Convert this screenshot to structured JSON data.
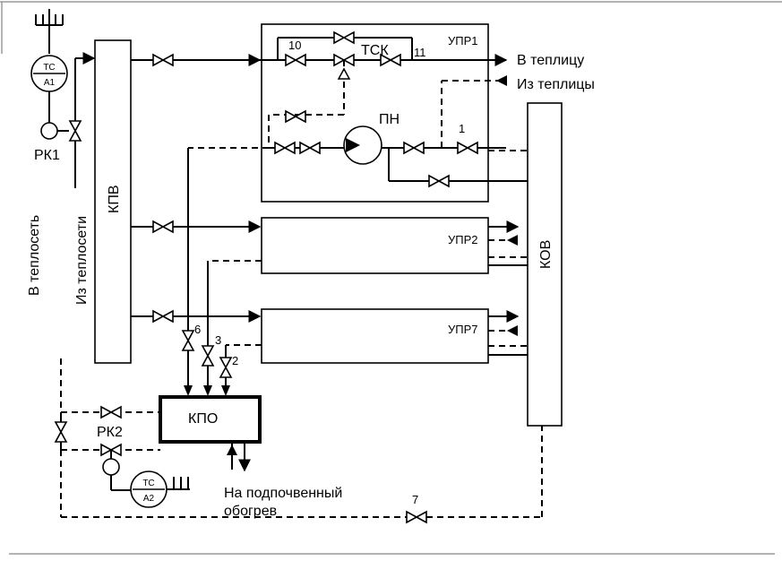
{
  "blocks": {
    "kpv": "КПВ",
    "kov": "КОВ",
    "kpo": "КПО",
    "upr1": "УПР1",
    "upr2": "УПР2",
    "upr7": "УПР7",
    "tsk": "ТСК",
    "pn": "ПН"
  },
  "sensors": {
    "tc_a1_top": "ТС",
    "tc_a1_bottom": "А1",
    "tc_a2_top": "ТС",
    "tc_a2_bottom": "А2"
  },
  "regulators": {
    "rk1": "РК1",
    "rk2": "РК2"
  },
  "flows": {
    "to_greenhouse": "В теплицу",
    "from_greenhouse": "Из теплицы",
    "to_heat_network": "В теплосеть",
    "from_heat_network": "Из теплосети",
    "soil_heating_line1": "На подпочвенный",
    "soil_heating_line2": "обогрев"
  },
  "valve_numbers": {
    "n1": "1",
    "n2": "2",
    "n3": "3",
    "n6": "6",
    "n7": "7",
    "n10": "10",
    "n11": "11"
  }
}
